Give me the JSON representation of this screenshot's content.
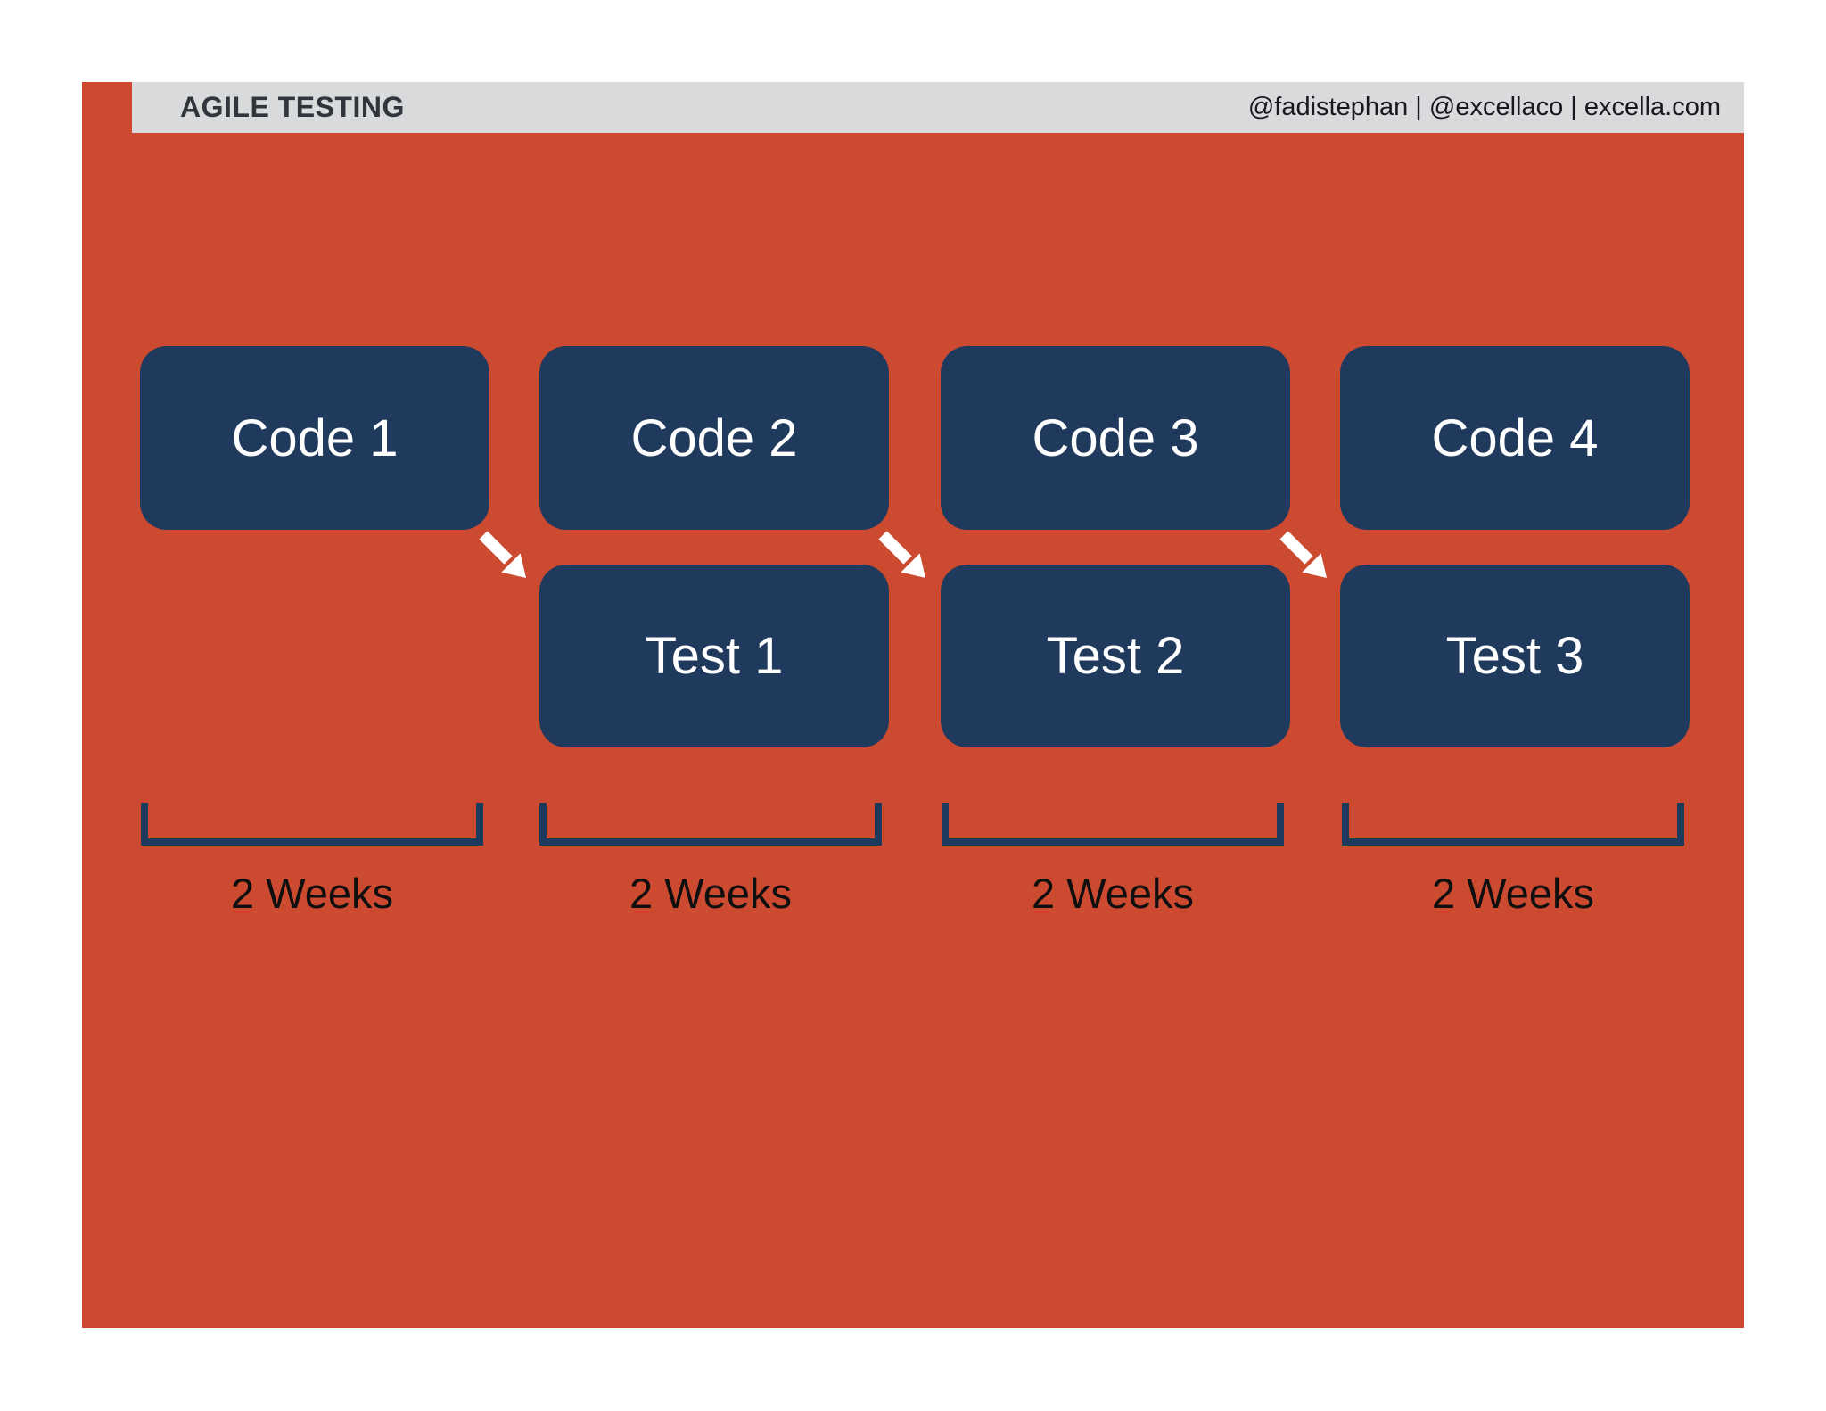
{
  "slide": {
    "title": "AGILE TESTING",
    "byline": "@fadistephan | @excellaco | excella.com"
  },
  "colors": {
    "page_bg": "#ffffff",
    "slide_orange": "#cc4a30",
    "header_gray": "#d9dadc",
    "box_navy": "#1f3a5c",
    "bracket_navy": "#1e3a5e",
    "box_text": "#ffffff",
    "title_text": "#31353b",
    "byline_text": "#17191d",
    "weeks_text": "#0f0f0f",
    "arrow_white": "#ffffff"
  },
  "diagram": {
    "code_boxes": [
      {
        "label": "Code 1"
      },
      {
        "label": "Code 2"
      },
      {
        "label": "Code 3"
      },
      {
        "label": "Code 4"
      }
    ],
    "test_boxes": [
      {
        "label": "Test 1"
      },
      {
        "label": "Test 2"
      },
      {
        "label": "Test 3"
      }
    ],
    "sprints": [
      {
        "label": "2 Weeks"
      },
      {
        "label": "2 Weeks"
      },
      {
        "label": "2 Weeks"
      },
      {
        "label": "2 Weeks"
      }
    ]
  }
}
